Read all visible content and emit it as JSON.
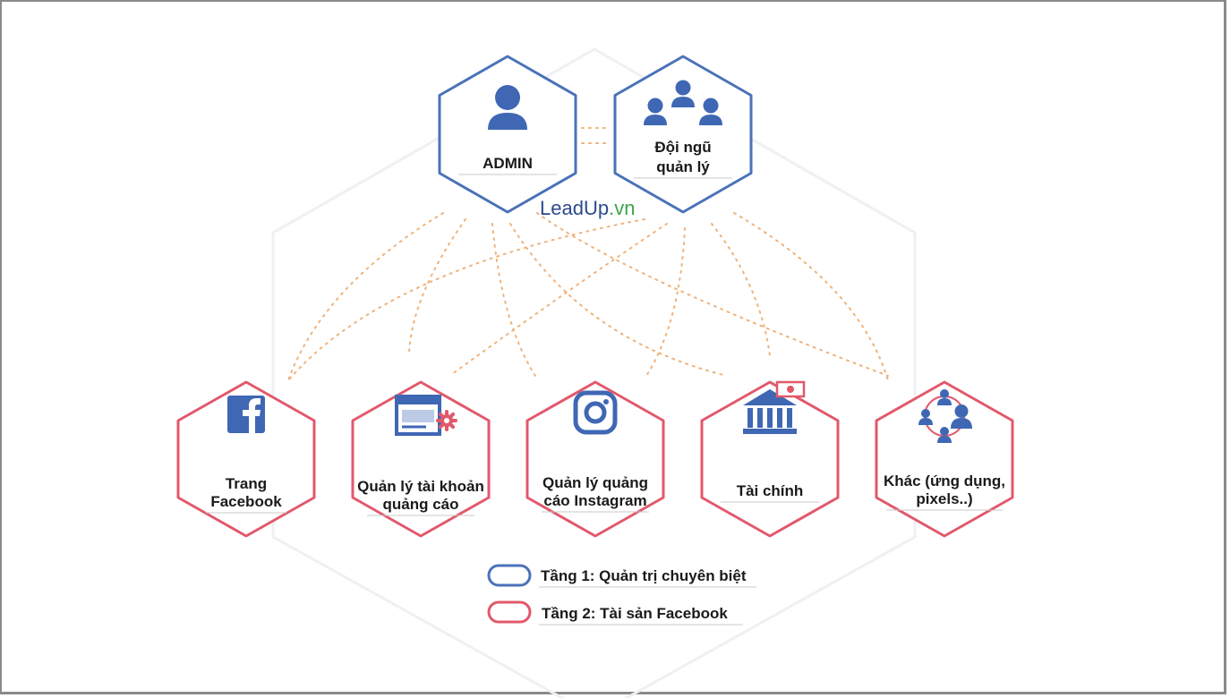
{
  "colors": {
    "tier1": "#4a72b8",
    "tier2": "#e2586b",
    "icon_blue": "#3f67b4",
    "dots": "#f0b27a",
    "faint_outline": "#eef0f3"
  },
  "logo": {
    "brand": "LeadUp",
    "tld": ".vn"
  },
  "tier1_nodes": [
    {
      "id": "admin",
      "icon": "person-icon",
      "lines": [
        "ADMIN"
      ]
    },
    {
      "id": "team",
      "icon": "team-icon",
      "lines": [
        "Đội ngũ",
        "quản lý"
      ]
    }
  ],
  "tier2_nodes": [
    {
      "id": "page",
      "icon": "facebook-icon",
      "lines": [
        "Trang",
        "Facebook"
      ]
    },
    {
      "id": "ad-account",
      "icon": "browser-settings-icon",
      "lines": [
        "Quản lý tài khoản",
        "quảng cáo"
      ]
    },
    {
      "id": "instagram",
      "icon": "instagram-icon",
      "lines": [
        "Quản lý quảng",
        "cáo Instagram"
      ]
    },
    {
      "id": "finance",
      "icon": "bank-icon",
      "lines": [
        "Tài chính"
      ]
    },
    {
      "id": "other",
      "icon": "network-people-icon",
      "lines": [
        "Khác (ứng dụng,",
        "pixels..)"
      ]
    }
  ],
  "legend": [
    {
      "tier": "tier1",
      "label": "Tầng 1: Quản trị chuyên biệt"
    },
    {
      "tier": "tier2",
      "label": "Tầng 2: Tài sản Facebook"
    }
  ]
}
